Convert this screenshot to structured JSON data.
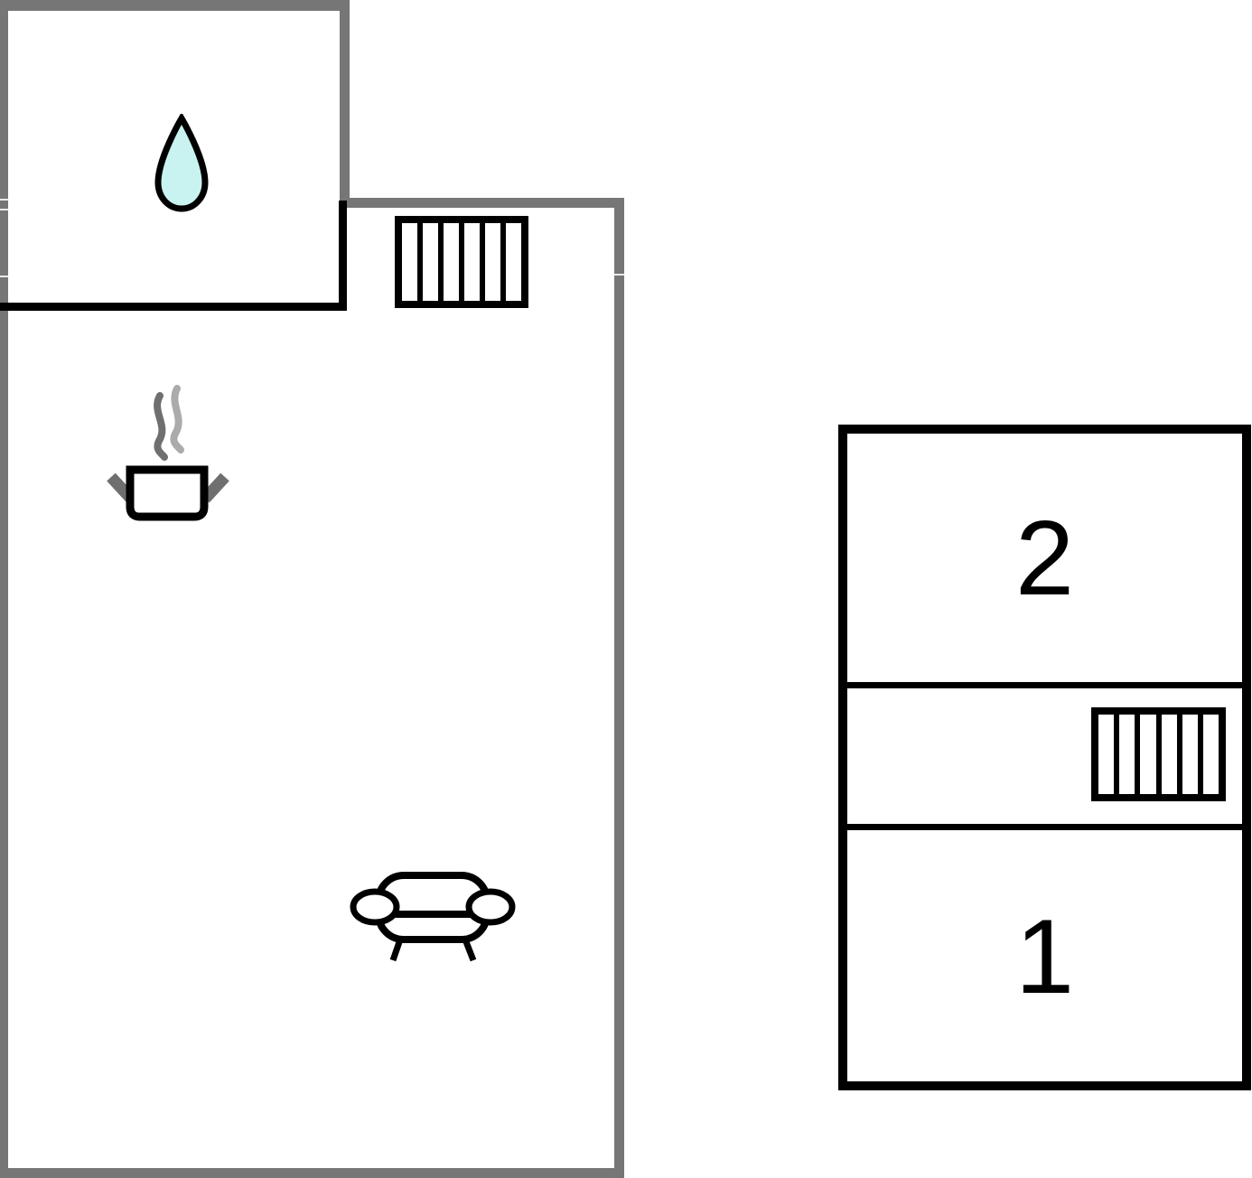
{
  "page": {
    "type": "floor-plan",
    "background": "#ffffff"
  },
  "colors": {
    "exterior_wall_gray": "#767676",
    "interior_wall_black": "#000000",
    "water_drop_fill": "#c9f3f1",
    "steam_dark": "#6f6f6f",
    "steam_light": "#ababab",
    "pot_handle_gray": "#6f6f6f"
  },
  "left_unit": {
    "bathroom": {
      "icon": "water-drop-icon"
    },
    "kitchen": {
      "icon": "cooking-pot-icon"
    },
    "living_area": {
      "icon": "sofa-icon"
    },
    "stairs": {
      "icon": "stairs-icon",
      "steps": 6
    }
  },
  "right_unit": {
    "rooms": [
      {
        "label": "2"
      },
      {
        "label": "1"
      }
    ],
    "stairs": {
      "icon": "stairs-icon",
      "steps": 6
    }
  }
}
